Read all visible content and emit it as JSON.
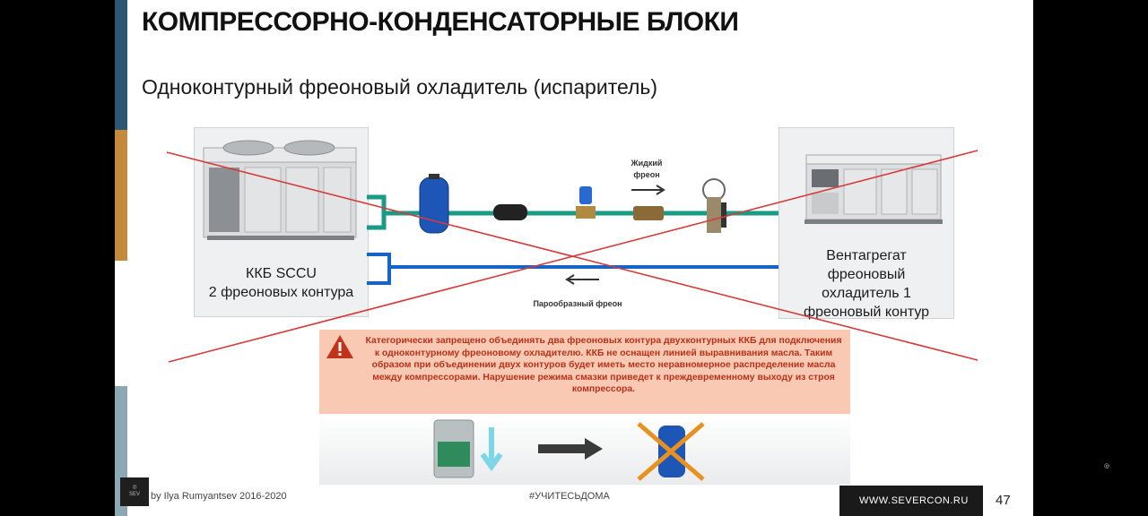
{
  "slide": {
    "title": "КОМПРЕССОРНО-КОНДЕНСАТОРНЫЕ БЛОКИ",
    "subtitle": "Одноконтурный фреоновый охладитель (испаритель)"
  },
  "left_unit": {
    "line1": "ККБ SCCU",
    "line2": "2 фреоновых контура"
  },
  "right_unit": {
    "line1": "Вентагрегат",
    "line2": "фреоновый",
    "line3": "охладитель 1",
    "line4": "фреоновый контур"
  },
  "pipes": {
    "liquid_line1": "Жидкий",
    "liquid_line2": "фреон",
    "vapor": "Парообразный фреон"
  },
  "warning": {
    "text": "Категорически запрещено объединять два фреоновых контура двухконтурных ККБ для подключения к одноконтурному фреоновому охладителю. ККБ не оснащен линией выравнивания масла. Таким образом при объединении двух контуров будет иметь место неравномерное распределение масла между компрессорами. Нарушение режима смазки приведет к преждевременному выходу из строя компрессора."
  },
  "footer": {
    "author": "by Ilya Rumyantsev   2016-2020",
    "hashtag": "#УЧИТЕСЬДОМА",
    "website": "WWW.SEVERCON.RU",
    "page_number": "47"
  },
  "colors": {
    "liquid_pipe": "#1a9b86",
    "vapor_pipe": "#1565c8",
    "cross": "#d63a3a",
    "warning_bg": "#f9c9b4",
    "warning_text": "#b8321a",
    "stripe_top": "#2e5670",
    "stripe_mid": "#c48a3c",
    "stripe_bottom": "#8aa9b3"
  },
  "icons": {
    "warning": "warning-triangle-icon",
    "logo": "severcon-logo-icon"
  }
}
